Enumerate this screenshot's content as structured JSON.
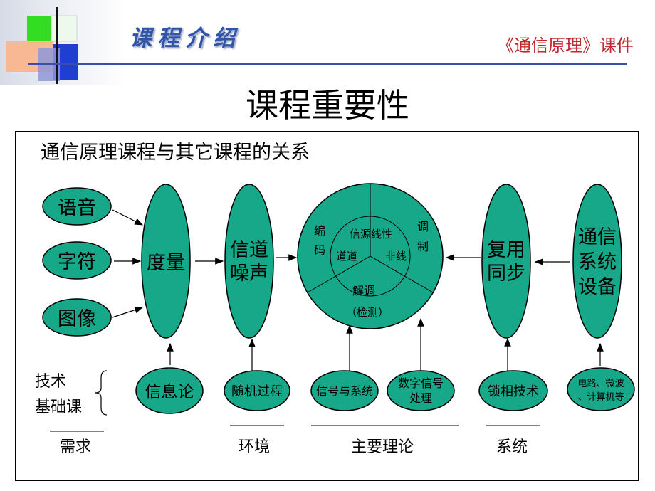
{
  "header": {
    "title": "课程介绍",
    "course": "《通信原理》课件"
  },
  "page_title": "课程重要性",
  "subtitle": "通信原理课程与其它课程的关系",
  "inputs": [
    "语音",
    "字符",
    "图像"
  ],
  "stages": {
    "measure": "度量",
    "channel_line1": "信道",
    "channel_line2": "噪声",
    "mux_line1": "复用",
    "mux_line2": "同步",
    "system_line1": "通信",
    "system_line2": "系统",
    "system_line3": "设备"
  },
  "center": {
    "coding_1": "编",
    "coding_2": "码",
    "source_linear": "信源线性",
    "channel": "道道",
    "nonlinear": "非线",
    "mod_1": "调",
    "mod_2": "制",
    "demod": "解调",
    "detect": "（检测）"
  },
  "tech_label_1": "技术",
  "tech_label_2": "基础课",
  "courses": {
    "info_theory": "信息论",
    "random_process": "随机过程",
    "signals": "信号与系统",
    "dsp_line1": "数字信号",
    "dsp_line2": "处理",
    "pll": "锁相技术",
    "circuits_line1": "电路、微波",
    "circuits_line2": "、计算机等"
  },
  "categories": {
    "demand": "需求",
    "environment": "环境",
    "theory": "主要理论",
    "system": "系统"
  },
  "colors": {
    "node_fill": "#16a889",
    "header_blue": "#2f54a8",
    "header_red": "#c0282d"
  }
}
